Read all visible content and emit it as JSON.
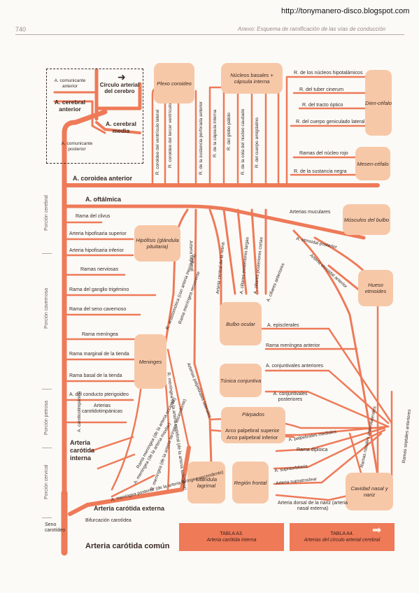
{
  "header": {
    "url": "http://tonymanero-disco.blogspot.com",
    "page_number": "740",
    "running_title": "Anexo: Esquema de ramificación de las vías de conducción"
  },
  "inset": {
    "a_comunicante_anterior": "A. comunicante anterior",
    "circulo": "Círculo arterial del cerebro",
    "a_cerebral_anterior": "A. cerebral anterior",
    "a_cerebral_media": "A. cerebral media",
    "a_comunicante_posterior": "A. comunicante posterior"
  },
  "boxes": {
    "plexo": "Plexo coroideo",
    "nucleos": "Núcleos basales + cápsula interna",
    "diencefalo": "Dien-céfalo",
    "mesencefalo": "Mesen-céfalo",
    "musculos": "Músculos del bulbo",
    "hueso": "Hueso etmoides",
    "hipofisis": "Hipófisis (glándula pituitaria)",
    "bulbo": "Bulbo ocular",
    "meninges": "Meninges",
    "tunica": "Túnica conjuntiva",
    "parpados": "Párpados",
    "glandula": "Glándula lagrimal",
    "region": "Región frontal",
    "cavidad": "Cavidad nasal y nariz"
  },
  "main_labels": {
    "coroidea": "A. coroidea anterior",
    "oftalmica": "A. oftálmica",
    "carotida_interna": "Arteria carótida interna",
    "carotida_externa": "Arteria carótida externa",
    "carotida_comun": "Arteria carótida común",
    "bifurcacion": "Bifurcación carotídea",
    "seno": "Seno carotídeo"
  },
  "left_branches": [
    "Rama del clivus",
    "Arteria hipofisaria superior",
    "Arteria hipofisaria inferior",
    "Ramas nerviosas",
    "Rama del ganglio trigémino",
    "Rama del seno cavernoso",
    "Rama meníngea",
    "Rama marginal de la tienda",
    "Rama basal de la tienda",
    "A. del conducto pterigoideo",
    "Arterias carotidotimpánicas"
  ],
  "vertical_labels": [
    "R. coroideo del ventrículo lateral",
    "R. coroideo del tercer ventrículo",
    "R. de la sustancia perforada anterior",
    "R. de la cápsula interna",
    "R. del globo pálido",
    "R. de la cola del núcleo caudado",
    "R. del cuerpo amigdalino"
  ],
  "dien_branches": [
    "R. de los núcleos hipotalámicos",
    "R. del tuber cinerum",
    "R. del tracto óptico",
    "R. del cuerpo geniculado lateral"
  ],
  "mesen_branches": [
    "Ramas del núcleo rojo",
    "R. de la sustancia negra"
  ],
  "right_labels": {
    "arterias_musculares": "Arterias muculares",
    "etmoidal_posterior": "A. etmoidal posterior",
    "etmoidal_anterior": "Arteria etmoidal anterior",
    "meningea_anterior": "Rama meníngea anterior",
    "episclerales": "A. episclerales",
    "conj_anteriores": "A. conjuntivales anteriores",
    "conj_posteriores": "A. conjuntivales posteriores",
    "arco_superior": "Arco palpebral superior",
    "arco_inferior": "Arco palpebral inferior",
    "palpebrales_mediales": "A. palpebrales mediales",
    "rama_diploica": "Rama diploica",
    "supraorbitaria": "A. supraorbitaria",
    "supratroclear": "Arteria supratroclear",
    "dorsal_nariz": "Arteria dorsal de la nariz (arteria nasal externa)",
    "nasales_ant": "Ramas nasales anterolaterales",
    "septales_ant": "Ramas septales anteriores"
  },
  "diag_labels": {
    "ciliares_largas": "A. ciliares posteriores largas",
    "ciliares_cortas": "A. ciliares posteriores cortas",
    "ciliares_anteriores": "A. ciliares anteriores",
    "central_retina": "Arteria central de la retina",
    "lagrimal": "Arteria lagrimal",
    "anastomotica": "R. anastomótica (con arteria meníngea)",
    "meningea_recurrente": "Rama meníngea recurrente",
    "palpebrales_laterales": "Arterias palpebrales laterales",
    "caroticotimpanica": "A. caroticotimpánica",
    "men_occipital": "Rama meníngea (de la arteria occipital)",
    "men_maxilar": "A. meníngea (de la arteria maxilar)",
    "men_faringea": "R. meníngea (de la arteria faríngea ascendente)",
    "men_vertebral": "R. meníngea de la arteria vertebral (de la arteria subclavia)",
    "men_posterior": "A. meníngea posterior (de la arteria faríngea ascendente)"
  },
  "side_labels": {
    "cerebral": "Porción cerebral",
    "cavernosa": "Porción cavernosa",
    "petrosa": "Porción petrosa",
    "cervical": "Porción cervical"
  },
  "tables": {
    "a3_title": "TABLA A3.",
    "a3_sub": "Arteria carótida interna",
    "a4_title": "TABLA A4.",
    "a4_sub": "Arterias del círculo arterial cerebral"
  },
  "colors": {
    "artery": "#ee7a58",
    "box": "#f7c8a8",
    "text": "#3a2a24"
  }
}
